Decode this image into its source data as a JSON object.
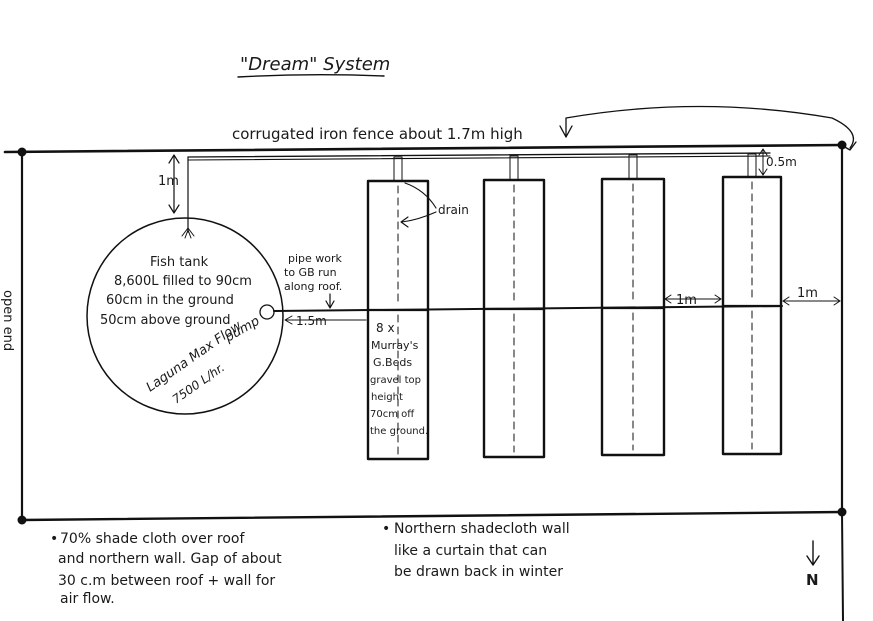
{
  "title": "\"Dream\" System",
  "fence_label": "corrugated iron fence about 1.7m high",
  "open_end_label": "open end",
  "fish_tank": {
    "lines": [
      "Fish tank",
      "8,600L filled to 90cm",
      "60cm in the ground",
      "50cm above ground"
    ],
    "pump_label": "pump",
    "pump_lines": [
      "Laguna Max Flow",
      "7500 L/hr."
    ]
  },
  "pipework_lines": [
    "pipe work",
    "to GB run",
    "along roof."
  ],
  "dimensions": {
    "tank_to_fence": "1m",
    "tank_to_beds": "1.5m",
    "bed_gap": "1m",
    "bed_to_wall": "1m",
    "bed_to_fence": "0.5m"
  },
  "drain_label": "drain",
  "beds_note_lines": [
    "8 x",
    "Murray's",
    "G.Beds",
    "gravel top",
    "height",
    "70cm off",
    "the ground."
  ],
  "bed_count": 4,
  "notes": {
    "left_lines": [
      "70% shade cloth over roof",
      "and northern wall. Gap of about",
      "30 c.m between roof + wall for",
      "air flow."
    ],
    "right_lines": [
      "Northern shadecloth wall",
      "like a curtain that can",
      "be drawn back in winter"
    ]
  },
  "north_label": "N"
}
